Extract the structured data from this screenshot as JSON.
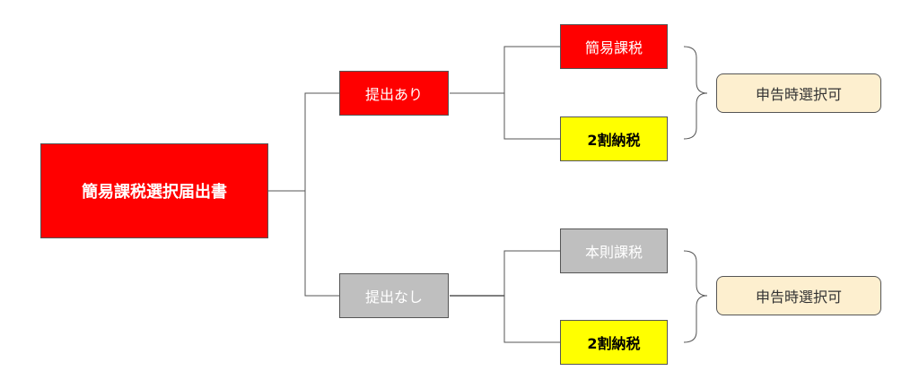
{
  "colors": {
    "red": "#ff0000",
    "yellow": "#ffff00",
    "gray": "#bfbfbf",
    "cream": "#fdefcf",
    "line": "#555555"
  },
  "root": {
    "label": "簡易課税選択届出書",
    "color": "#ff0000"
  },
  "branches": [
    {
      "label": "提出あり",
      "color": "#ff0000",
      "options": [
        {
          "label": "簡易課税",
          "color": "#ff0000"
        },
        {
          "label": "2割納税",
          "color": "#ffff00"
        }
      ],
      "note": "申告時選択可"
    },
    {
      "label": "提出なし",
      "color": "#bfbfbf",
      "options": [
        {
          "label": "本則課税",
          "color": "#bfbfbf"
        },
        {
          "label": "2割納税",
          "color": "#ffff00"
        }
      ],
      "note": "申告時選択可"
    }
  ]
}
